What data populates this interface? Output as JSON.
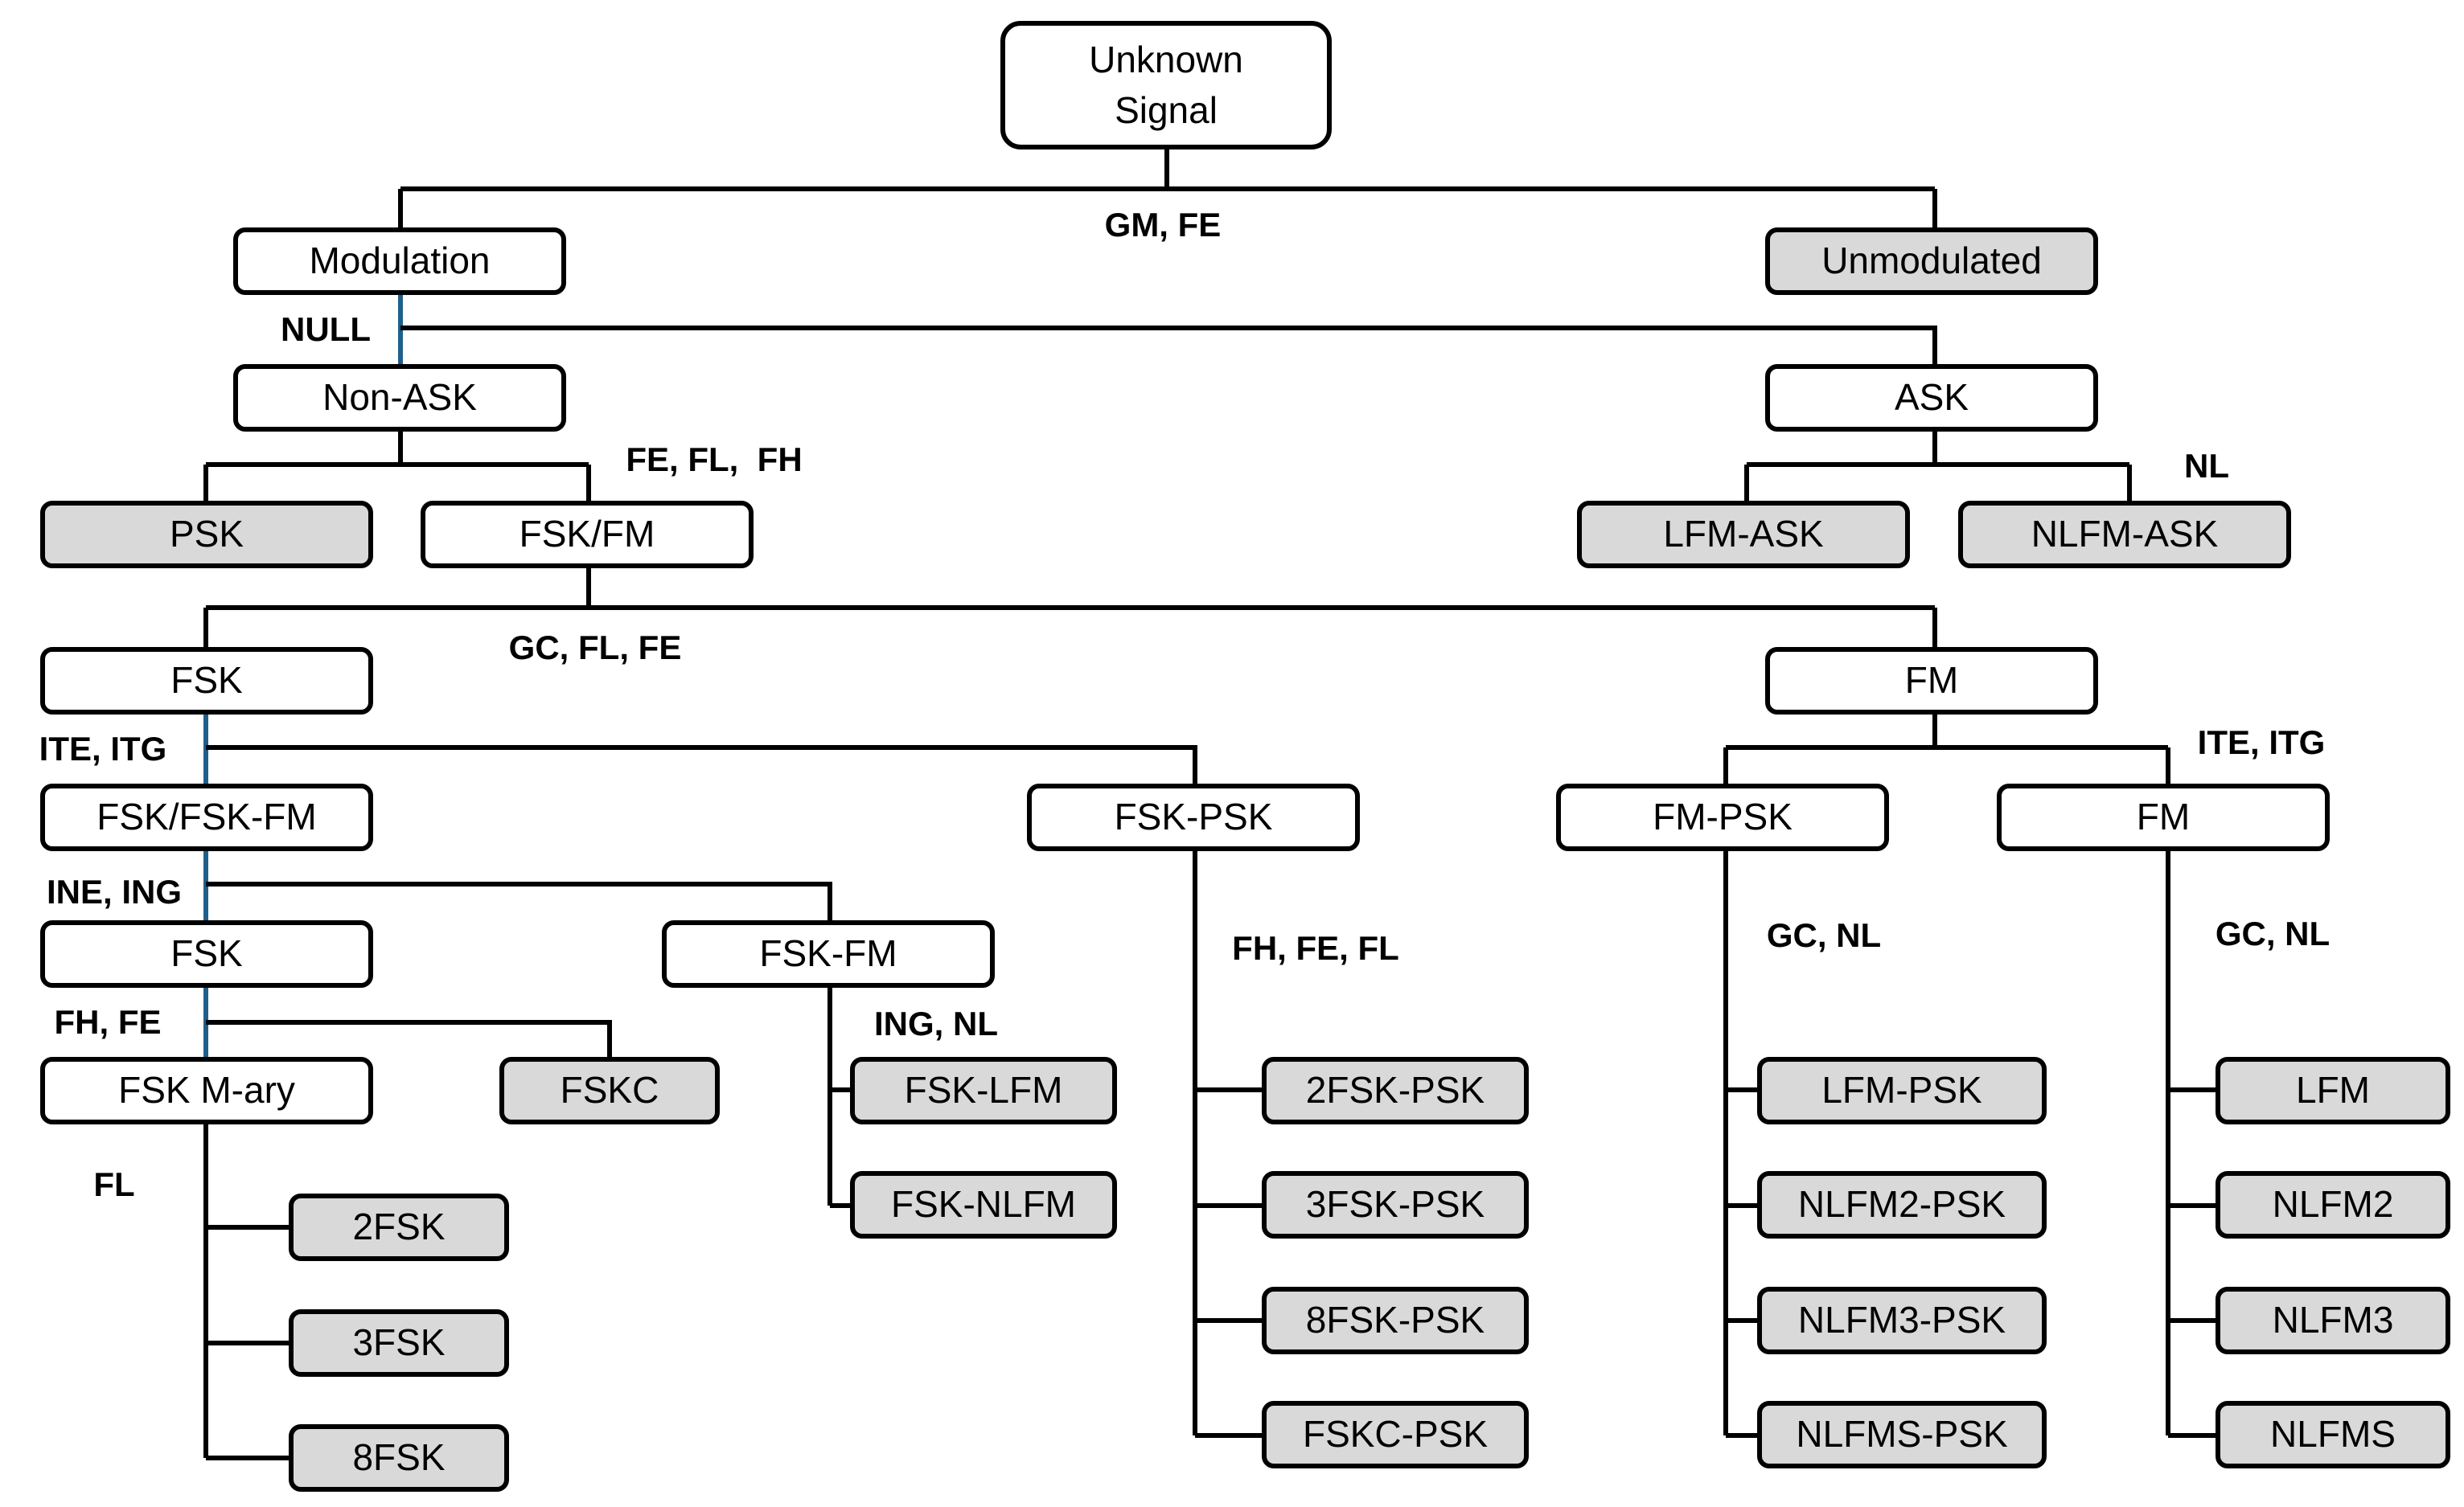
{
  "colors": {
    "leaf_fill": "#d9d9d9",
    "internal_fill": "#ffffff",
    "stroke": "#000000",
    "accent_edge": "#1f5f8b"
  },
  "nodes": {
    "root": {
      "lines": [
        "Unknown",
        "Signal"
      ]
    },
    "modulation": {
      "label": "Modulation"
    },
    "unmodulated": {
      "label": "Unmodulated"
    },
    "non_ask": {
      "label": "Non-ASK"
    },
    "ask": {
      "label": "ASK"
    },
    "psk": {
      "label": "PSK"
    },
    "fsk_fm": {
      "label": "FSK/FM"
    },
    "lfm_ask": {
      "label": "LFM-ASK"
    },
    "nlfm_ask": {
      "label": "NLFM-ASK"
    },
    "fsk_a": {
      "label": "FSK"
    },
    "fm_a": {
      "label": "FM"
    },
    "fsk_fsk_fm": {
      "label": "FSK/FSK-FM"
    },
    "fsk_psk": {
      "label": "FSK-PSK"
    },
    "fm_psk": {
      "label": "FM-PSK"
    },
    "fm_b": {
      "label": "FM"
    },
    "fsk_b": {
      "label": "FSK"
    },
    "fsk_fm_b": {
      "label": "FSK-FM"
    },
    "fsk_mary": {
      "label": "FSK M-ary"
    },
    "fskc": {
      "label": "FSKC"
    },
    "fsk_lfm": {
      "label": "FSK-LFM"
    },
    "fsk_nlfm": {
      "label": "FSK-NLFM"
    },
    "fsk2": {
      "label": "2FSK"
    },
    "fsk3": {
      "label": "3FSK"
    },
    "fsk8": {
      "label": "8FSK"
    },
    "fsk2_psk": {
      "label": "2FSK-PSK"
    },
    "fsk3_psk": {
      "label": "3FSK-PSK"
    },
    "fsk8_psk": {
      "label": "8FSK-PSK"
    },
    "fskc_psk": {
      "label": "FSKC-PSK"
    },
    "lfm_psk": {
      "label": "LFM-PSK"
    },
    "nlfm2_psk": {
      "label": "NLFM2-PSK"
    },
    "nlfm3_psk": {
      "label": "NLFM3-PSK"
    },
    "nlfms_psk": {
      "label": "NLFMS-PSK"
    },
    "lfm": {
      "label": "LFM"
    },
    "nlfm2": {
      "label": "NLFM2"
    },
    "nlfm3": {
      "label": "NLFM3"
    },
    "nlfms": {
      "label": "NLFMS"
    }
  },
  "annotations": {
    "gm_fe": "GM, FE",
    "null": "NULL",
    "fe_fl_fh": "FE, FL,  FH",
    "nl_ask": "NL",
    "gc_fl_fe": "GC, FL, FE",
    "ite_itg_left": "ITE, ITG",
    "ite_itg_right": "ITE, ITG",
    "ine_ing": "INE, ING",
    "fh_fe": "FH, FE",
    "ing_nl": "ING, NL",
    "fh_fe_fl": "FH, FE, FL",
    "gc_nl_fmpsk": "GC, NL",
    "gc_nl_fm": "GC, NL",
    "fl": "FL"
  }
}
